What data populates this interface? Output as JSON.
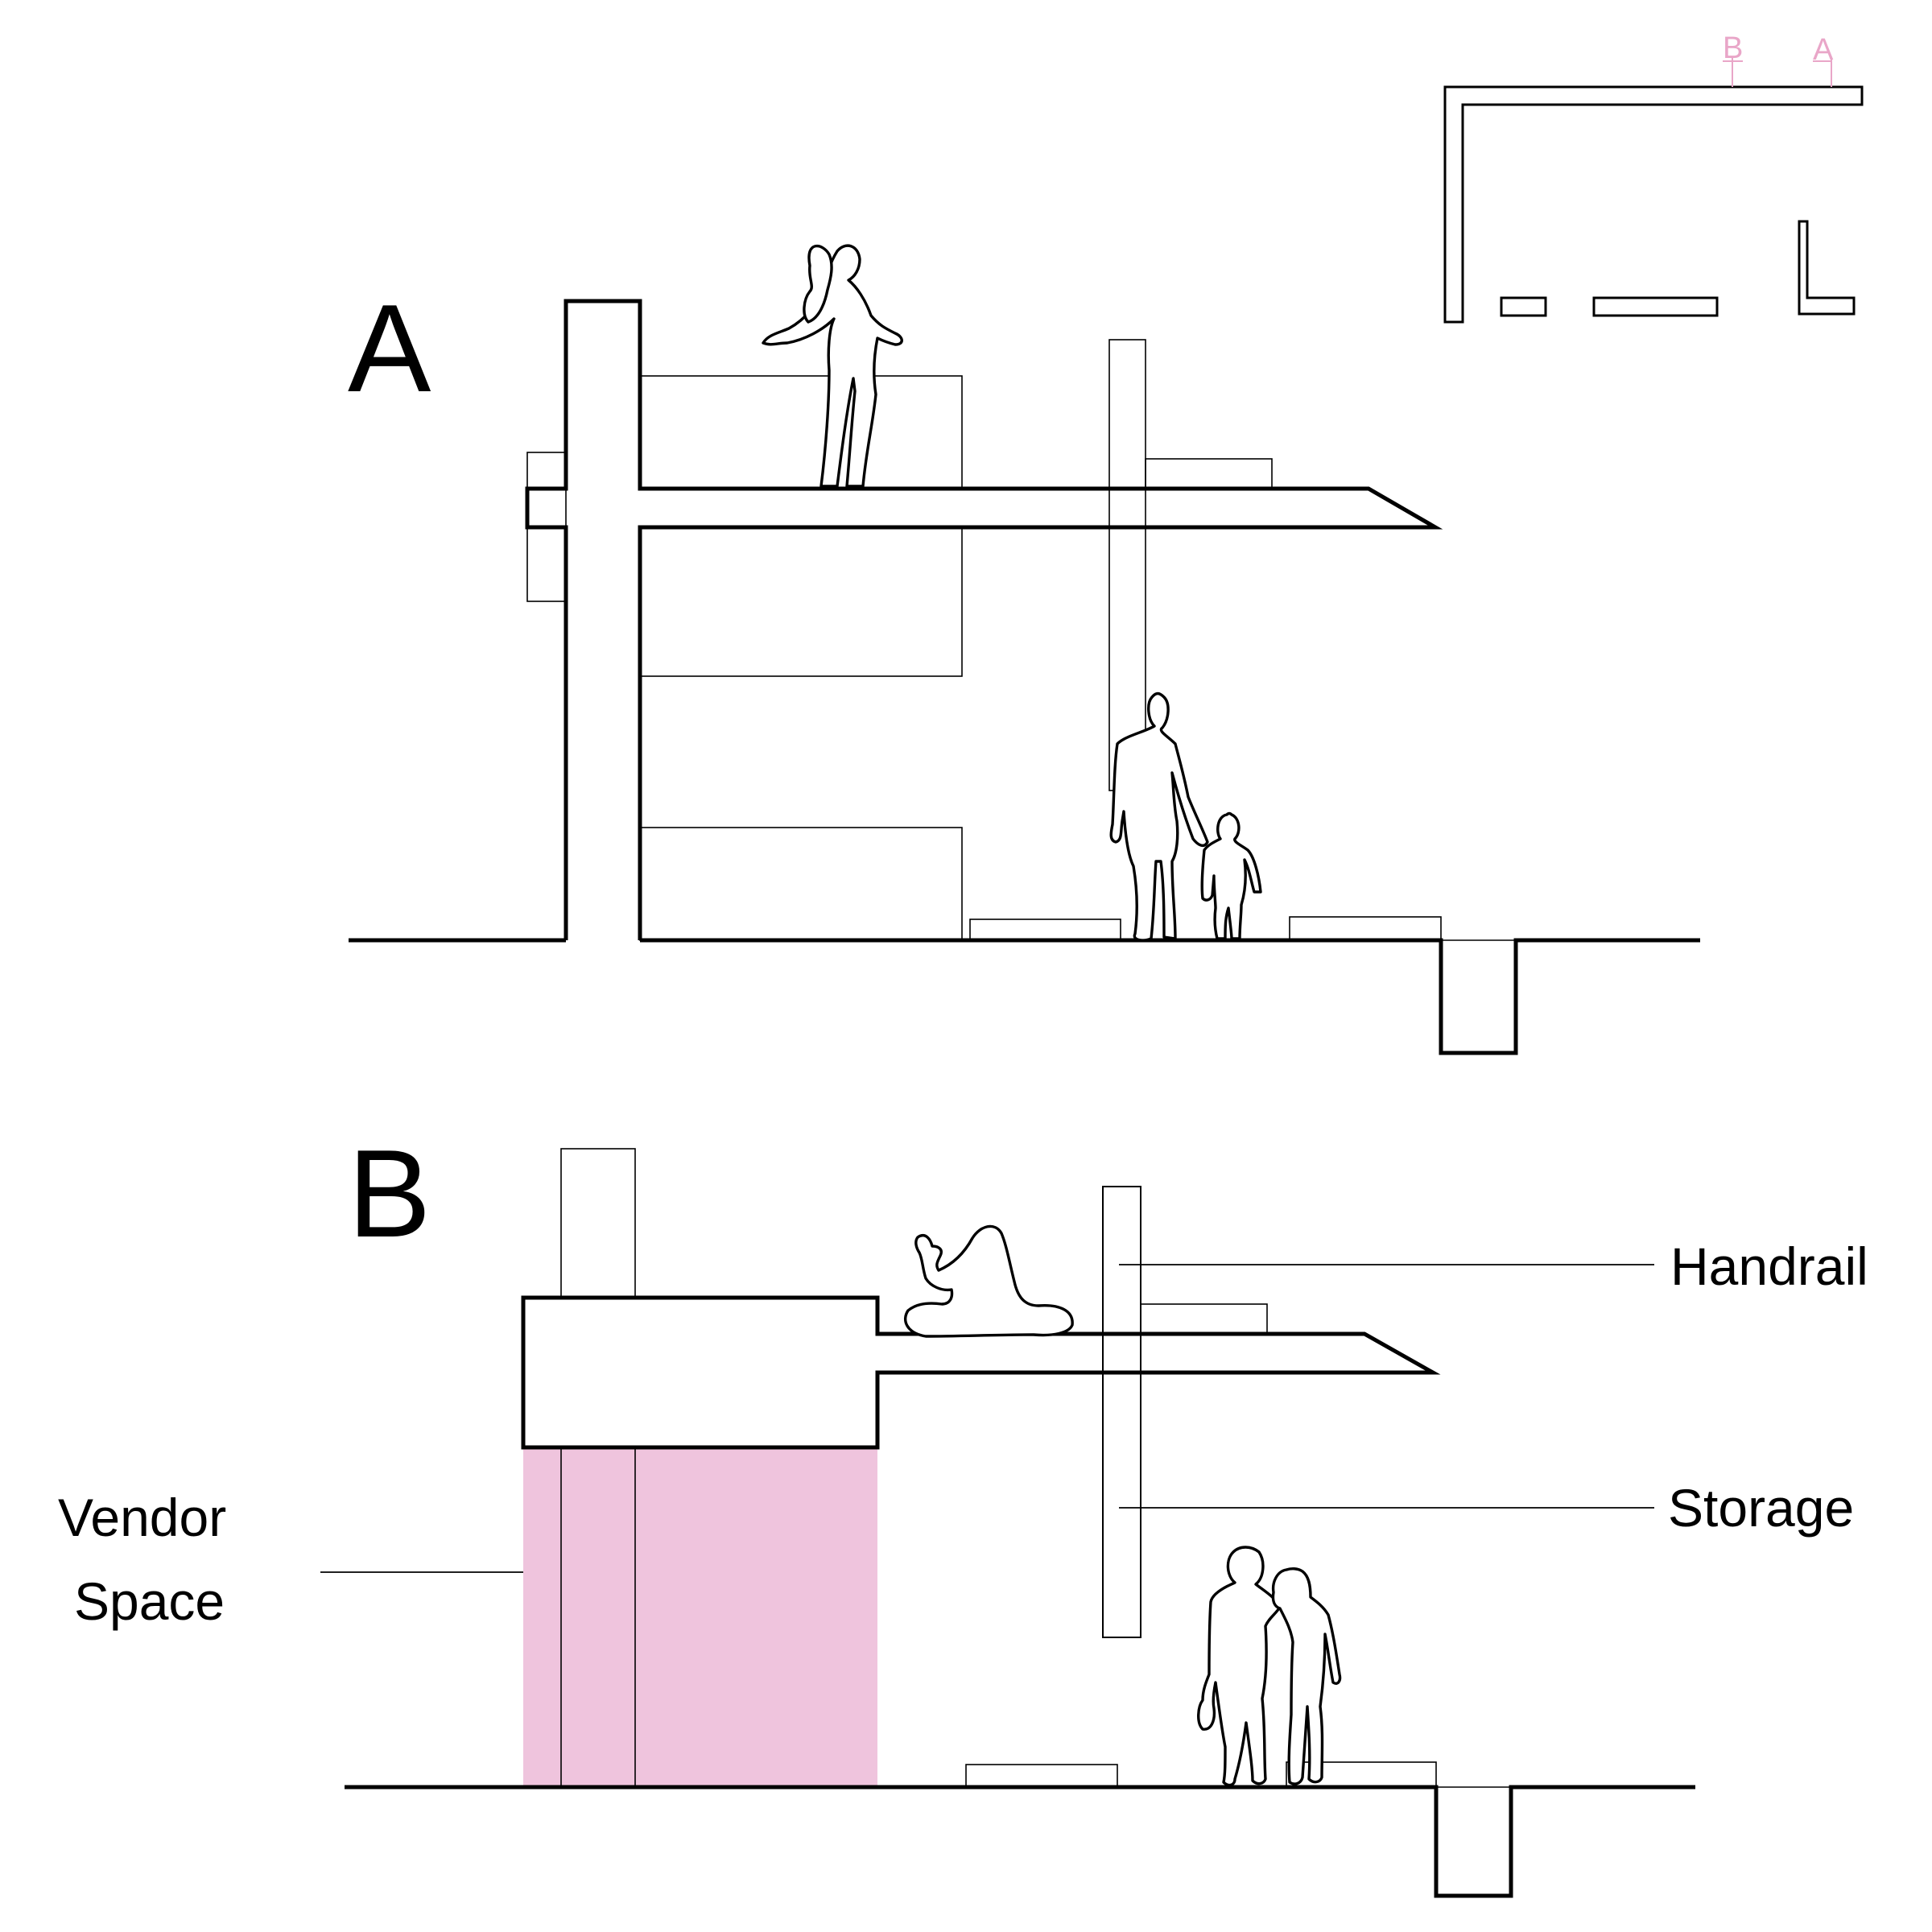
{
  "sections": {
    "a": {
      "letter": "A"
    },
    "b": {
      "letter": "B"
    }
  },
  "labels": {
    "handrail": "Handrail",
    "storage": "Storage",
    "vendor_line1": "Vendor",
    "vendor_line2": "Space"
  },
  "key_plan": {
    "cut_b": "B",
    "cut_a": "A"
  },
  "colors": {
    "highlight": "#efc4dd",
    "ink": "#000000",
    "key_marker": "#e9a6c8"
  }
}
